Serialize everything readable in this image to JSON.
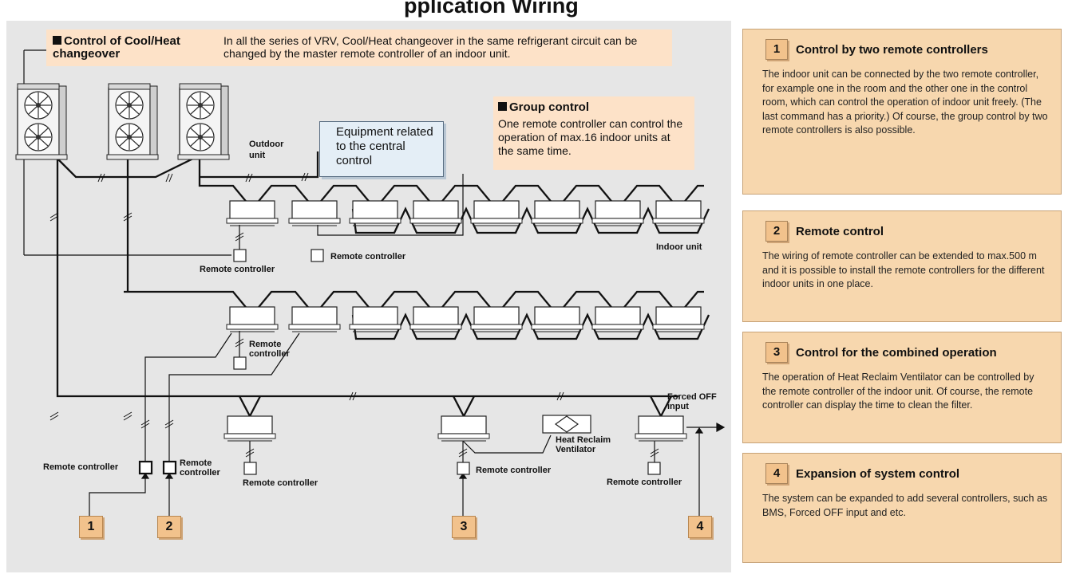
{
  "header": {
    "title_fragment": "pplication Wiring"
  },
  "cool_heat": {
    "heading": "Control of Cool/Heat changeover",
    "text": "In all the series of VRV, Cool/Heat changeover in the same refrigerant circuit can be changed by the master remote controller of an indoor unit."
  },
  "group_control": {
    "heading": "Group control",
    "text": "One remote controller can control the operation of max.16 indoor units at the same time."
  },
  "equipment": {
    "text": "Equipment related to the central control"
  },
  "labels": {
    "outdoor_unit": "Outdoor unit",
    "indoor_unit": "Indoor unit",
    "remote_controller": "Remote controller",
    "remote_controller_two_line": "Remote controller",
    "heat_reclaim": "Heat Reclaim Ventilator",
    "forced_off": "Forced OFF input"
  },
  "badges": [
    "1",
    "2",
    "3",
    "4"
  ],
  "panels": [
    {
      "num": "1",
      "title": "Control by two remote controllers",
      "body": "The indoor unit can be connected by the two remote controller, for example one in the room and the other one in the control room, which can control the operation of indoor unit freely. (The last command has a priority.) Of course, the group control by two remote controllers is also possible."
    },
    {
      "num": "2",
      "title": "Remote control",
      "body": "The wiring of remote controller can be extended to max.500 m and it is possible to install the remote controllers for the different indoor units in one place."
    },
    {
      "num": "3",
      "title": "Control for the combined operation",
      "body": "The operation of Heat Reclaim Ventilator can be controlled by the remote controller of the indoor unit. Of course, the remote controller can display the time to clean the filter."
    },
    {
      "num": "4",
      "title": "Expansion of system control",
      "body": "The system can be expanded to add several controllers, such as BMS, Forced OFF input and etc."
    }
  ]
}
